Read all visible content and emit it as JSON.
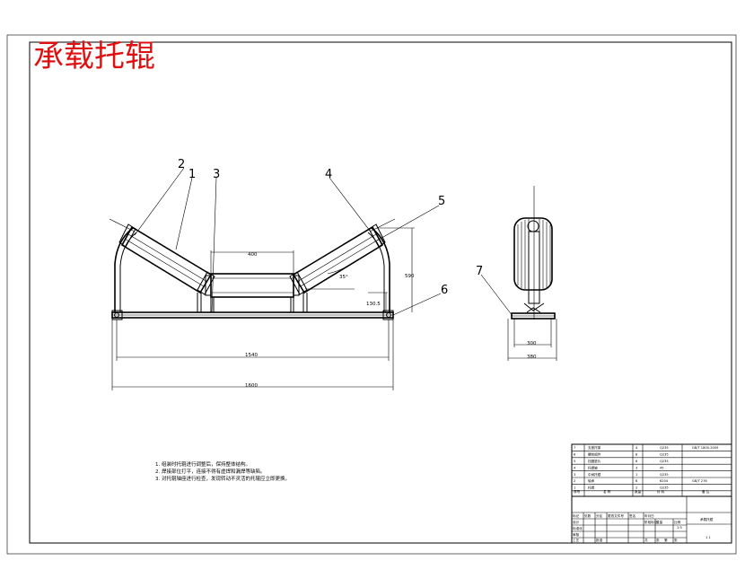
{
  "drawing": {
    "title": "承载托辊",
    "part_labels": [
      "1",
      "2",
      "3",
      "4",
      "5",
      "6",
      "7"
    ],
    "dimensions": {
      "center_roller_width": "400",
      "height": "590",
      "bottom_offset": "130.5",
      "angle": "35°",
      "inner_span": "1540",
      "overall_length": "1600",
      "side_inner": "300",
      "side_outer": "380"
    },
    "notes": [
      "1. 组装时托辊进行调整后，保持整体结构。",
      "2. 焊接部位打平，连接不得有虚焊和漏焊等缺陷。",
      "3. 对托辊轴座进行检查，发现转动不灵活的托辊应立即更换。"
    ],
    "title_block": {
      "rows": [
        {
          "no": "7",
          "name": "支座托架",
          "qty": "4",
          "material": "Q235",
          "note": "GB/T 1800-2009"
        },
        {
          "no": "6",
          "name": "螺栓组件",
          "qty": "8",
          "material": "Q235",
          "note": ""
        },
        {
          "no": "5",
          "name": "挡圈垫片",
          "qty": "6",
          "material": "Q235",
          "note": ""
        },
        {
          "no": "4",
          "name": "托辊轴",
          "qty": "3",
          "material": "45",
          "note": ""
        },
        {
          "no": "3",
          "name": "中间托辊",
          "qty": "1",
          "material": "Q235",
          "note": ""
        },
        {
          "no": "2",
          "name": "轴承",
          "qty": "6",
          "material": "6204",
          "note": "GB/T 276"
        },
        {
          "no": "1",
          "name": "托辊",
          "qty": "2",
          "material": "Q235",
          "note": ""
        }
      ],
      "header": {
        "no": "序号",
        "name": "名 称",
        "qty": "数量",
        "material": "材 料",
        "note": "备 注"
      },
      "drawing_name": "承载托辊",
      "scale": "1:5",
      "sheet": "1 1",
      "labels": [
        "标记",
        "处数",
        "分区",
        "更改文件号",
        "签名",
        "年月日",
        "设计",
        "标准化",
        "审核",
        "工艺",
        "批准",
        "阶段标记",
        "重量",
        "比例",
        "共",
        "张",
        "第",
        "张"
      ]
    }
  }
}
